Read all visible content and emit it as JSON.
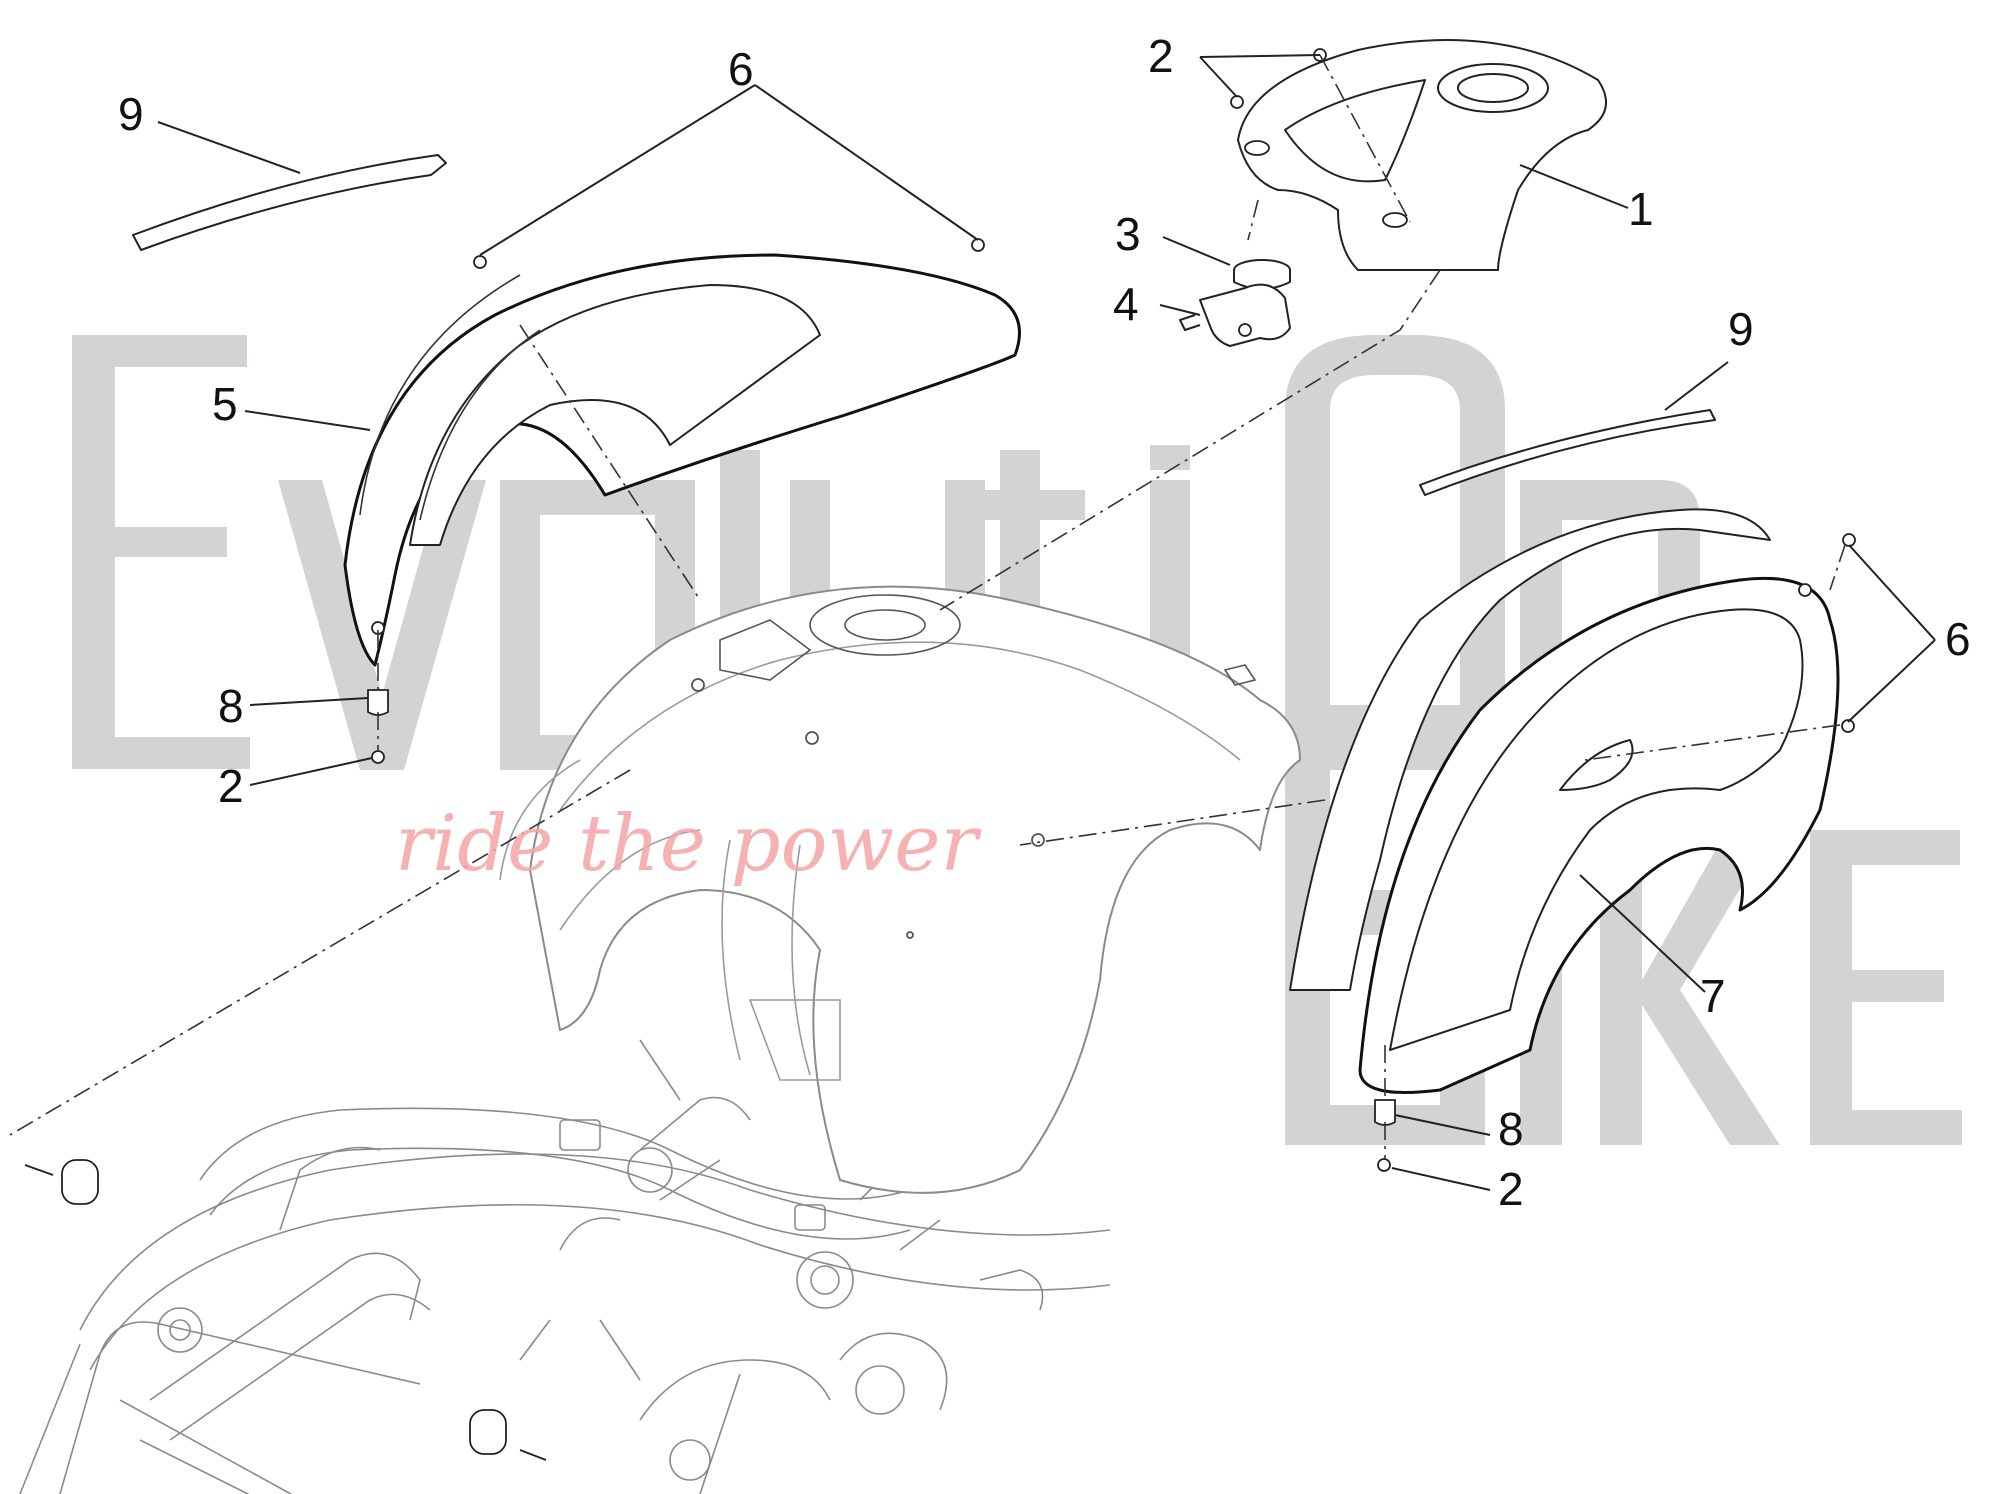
{
  "watermark": {
    "logo_letters": [
      "E",
      "v",
      "o",
      "l",
      "u",
      "t",
      "i",
      "O",
      "n",
      "B",
      "i",
      "k",
      "e"
    ],
    "brand": "EvolutiOn Bike",
    "slogan": "ride the power"
  },
  "callouts": {
    "tag_1": "1",
    "tag_2_top": "2",
    "tag_2_left": "2",
    "tag_2_right": "2",
    "tag_3": "3",
    "tag_4": "4",
    "tag_5": "5",
    "tag_6_top": "6",
    "tag_6_right": "6",
    "tag_7": "7",
    "tag_8_left": "8",
    "tag_8_right": "8",
    "tag_9_left": "9",
    "tag_9_right": "9"
  },
  "colors": {
    "watermark_gray": "#d2d4d4",
    "slogan_pink": "#f5a5a5",
    "line_art": "#222222"
  }
}
